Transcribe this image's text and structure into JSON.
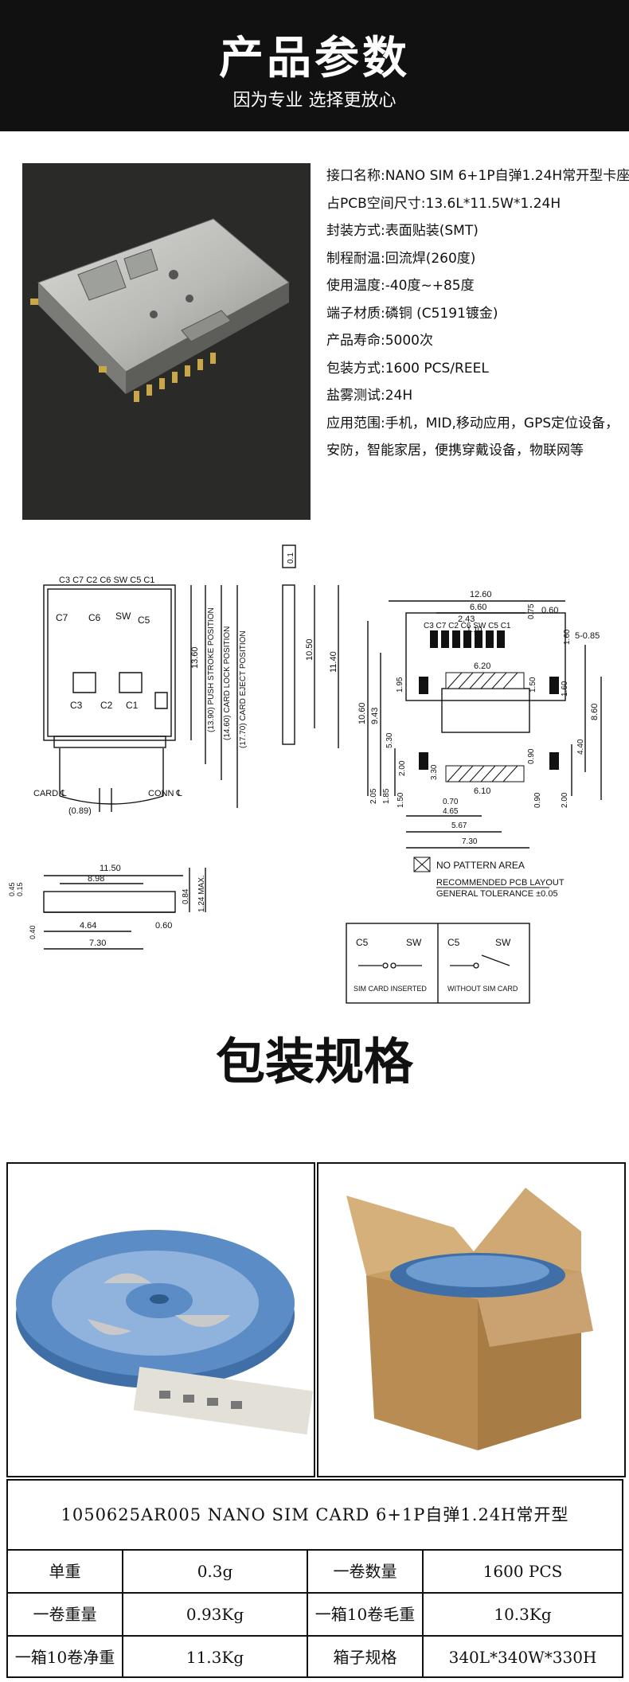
{
  "header": {
    "title": "产品参数",
    "subtitle": "因为专业 选择更放心"
  },
  "specs": [
    "接口名称:NANO SIM 6+1P自弹1.24H常开型卡座",
    "占PCB空间尺寸:13.6L*11.5W*1.24H",
    "封装方式:表面贴装(SMT)",
    "制程耐温:回流焊(260度)",
    "使用温度:-40度~+85度",
    "端子材质:磷铜 (C5191镀金)",
    "产品寿命:5000次",
    "包装方式:1600 PCS/REEL",
    "盐雾测试:24H",
    "应用范围:手机，MID,移动应用，GPS定位设备，安防，智能家居，便携穿戴设备，物联网等"
  ],
  "drawing": {
    "front_labels": [
      "C3 C7 C2 C6 SW C5 C1",
      "C7",
      "C6",
      "SW",
      "C5",
      "C3",
      "C2",
      "C1",
      "CARD ℄",
      "CONN ℄",
      "(0.89)"
    ],
    "front_dims": [
      "13.60",
      "(13.90) PUSH STROKE POSITION",
      "(14.60) CARD LOCK POSITION",
      "(17.70) CARD EJECT POSITION"
    ],
    "side_dims": [
      "0.1",
      "10.50",
      "11.40"
    ],
    "bottom_dims": [
      "11.50",
      "8.98",
      "0.60",
      "4.64",
      "7.30",
      "0.84",
      "1.24 MAX.",
      "0.45",
      "0.15",
      "0.40"
    ],
    "pcb_dims": [
      "12.60",
      "6.60",
      "2.43",
      "1.10",
      "0.75",
      "0.60",
      "1.60",
      "5-0.85",
      "6.20",
      "1.95",
      "1.50",
      "10.60",
      "9.43",
      "5.30",
      "2.00",
      "3.30",
      "0.90",
      "1.60",
      "8.60",
      "4.40",
      "6.10",
      "0.70",
      "4.65",
      "5.67",
      "7.30",
      "2.05",
      "1.85",
      "1.50",
      "0.90",
      "2.00"
    ],
    "pcb_labels": [
      "C3 C7 C2 C6 SW C5 C1"
    ],
    "legend": {
      "no_pattern": "NO PATTERN AREA",
      "layout": "RECOMMENDED PCB LAYOUT",
      "tolerance": "GENERAL TOLERANCE ±0.05"
    },
    "switch": {
      "c5": "C5",
      "sw": "SW",
      "inserted": "SIM CARD INSERTED",
      "without": "WITHOUT SIM CARD"
    }
  },
  "packaging": {
    "title": "包装规格",
    "table_title": "1050625AR005  NANO SIM CARD 6+1P自弹1.24H常开型",
    "rows": [
      [
        "单重",
        "0.3g",
        "一卷数量",
        "1600 PCS"
      ],
      [
        "一卷重量",
        "0.93Kg",
        "一箱10卷毛重",
        "10.3Kg"
      ],
      [
        "一箱10卷净重",
        "11.3Kg",
        "箱子规格",
        "340L*340W*330H"
      ]
    ]
  }
}
